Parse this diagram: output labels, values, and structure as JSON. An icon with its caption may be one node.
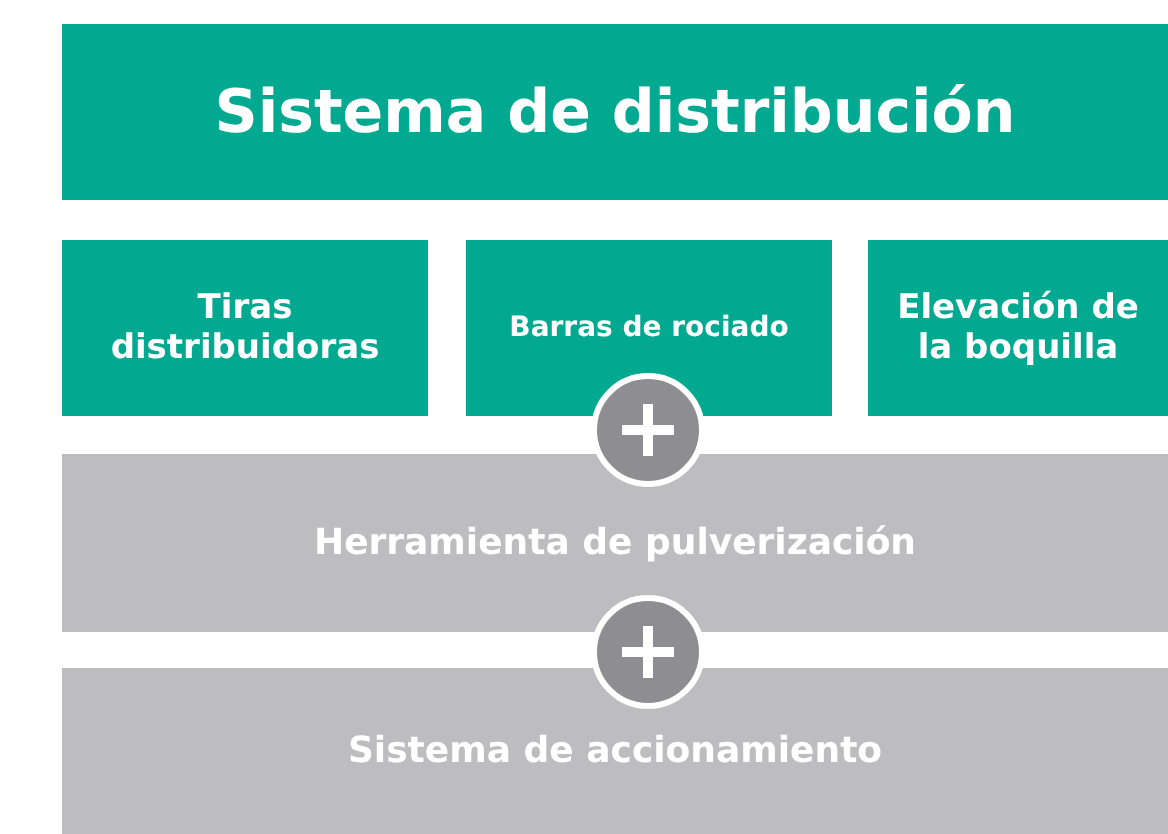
{
  "diagram": {
    "nodes": [
      {
        "text": [
          "Sistema de distribución"
        ]
      },
      {
        "text": [
          "Tiras distribuidoras"
        ]
      },
      {
        "text": [
          "Barras de rociado"
        ]
      },
      {
        "text": [
          "Elevación de la boquilla"
        ]
      },
      {
        "text": [
          "Herramienta de pulverización"
        ]
      },
      {
        "text": [
          "Sistema de accionamiento"
        ]
      }
    ]
  }
}
